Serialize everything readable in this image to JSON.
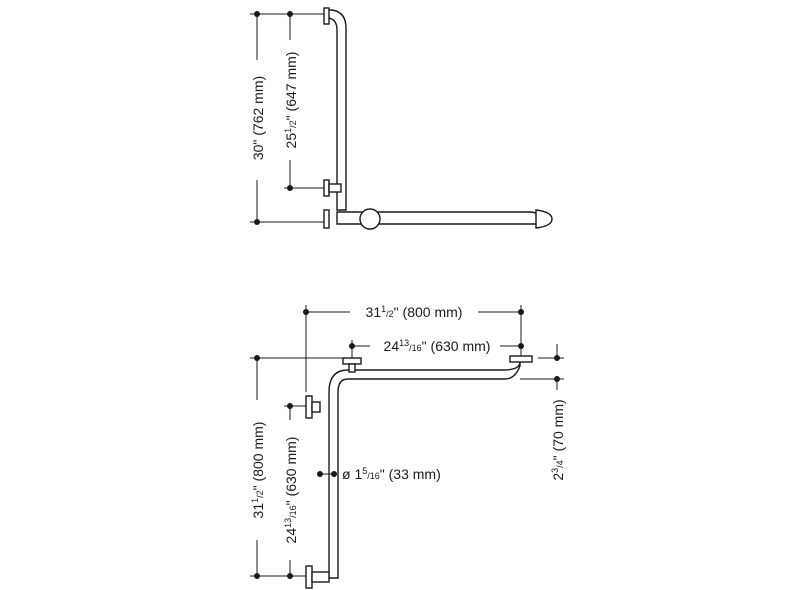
{
  "top_view": {
    "overall_height": {
      "main": "30\" (762 mm)"
    },
    "inner_height": {
      "whole": "25",
      "num": "1",
      "den": "2",
      "rest": "\" (647 mm)"
    }
  },
  "bottom_view": {
    "overall_width": {
      "whole": "31",
      "num": "1",
      "den": "2",
      "rest": "\" (800 mm)"
    },
    "inner_width": {
      "whole": "24",
      "num": "13",
      "den": "16",
      "rest": "\" (630 mm)"
    },
    "overall_height": {
      "whole": "31",
      "num": "1",
      "den": "2",
      "rest": "\" (800 mm)"
    },
    "inner_height": {
      "whole": "24",
      "num": "13",
      "den": "16",
      "rest": "\" (630 mm)"
    },
    "diameter": {
      "prefix": "ø 1",
      "num": "5",
      "den": "16",
      "rest": "\" (33 mm)"
    },
    "projection": {
      "whole": "2",
      "num": "3",
      "den": "4",
      "rest": "\" (70 mm)"
    }
  },
  "colors": {
    "line": "#1a1a1a",
    "background": "#ffffff"
  }
}
